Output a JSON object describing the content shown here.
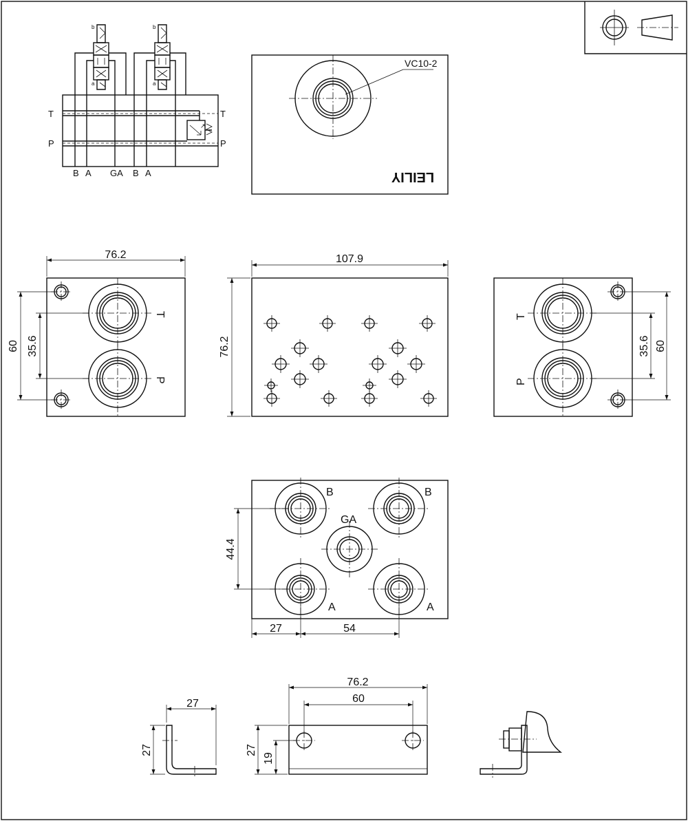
{
  "schematic": {
    "port_left_top": "T",
    "port_left_bottom": "P",
    "port_right_top": "T",
    "port_right_bottom": "P",
    "bottom_ports": [
      "B",
      "A",
      "GA",
      "B",
      "A"
    ],
    "solenoid_a": "a",
    "solenoid_b": "b"
  },
  "top_view": {
    "valve_label": "VC10-2",
    "logo_text": "LEILIY"
  },
  "left_view": {
    "width_dim": "76.2",
    "outer_dim": "60",
    "inner_dim": "35.6",
    "port_t": "T",
    "port_p": "P"
  },
  "front_view": {
    "width_dim": "107.9",
    "height_dim": "76.2"
  },
  "right_view": {
    "outer_dim": "60",
    "inner_dim": "35.6",
    "port_t": "T",
    "port_p": "P"
  },
  "bottom_view": {
    "port_b_left": "B",
    "port_b_right": "B",
    "port_ga": "GA",
    "port_a_left": "A",
    "port_a_right": "A",
    "vertical_dim": "44.4",
    "dim_left": "27",
    "dim_right": "54"
  },
  "bracket_side": {
    "width_dim": "27",
    "height_dim": "27"
  },
  "bracket_front": {
    "outer_dim": "76.2",
    "inner_dim": "60",
    "height_dim": "27",
    "hole_height_dim": "19"
  }
}
